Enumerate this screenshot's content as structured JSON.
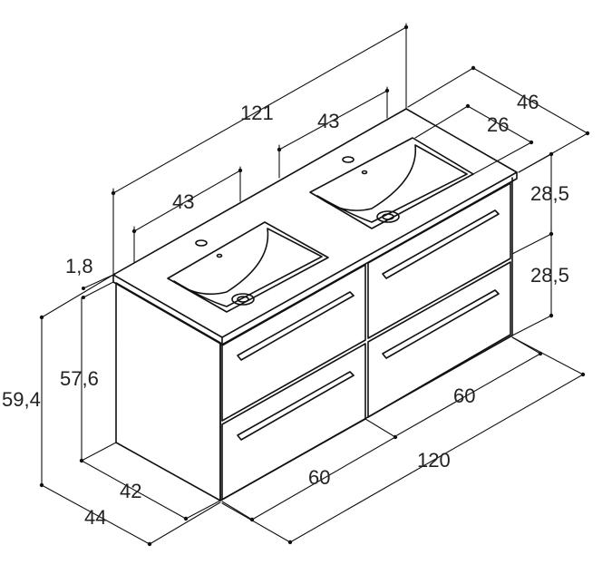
{
  "dimensions": {
    "total_width_top": "121",
    "basin_left_width": "43",
    "basin_right_width": "43",
    "depth_top": "46",
    "basin_depth": "26",
    "countertop_thickness": "1,8",
    "drawer_height_upper": "28,5",
    "drawer_height_lower": "28,5",
    "total_height": "59,4",
    "cabinet_height": "57,6",
    "cabinet_depth": "42",
    "total_depth": "44",
    "module_left_width": "60",
    "module_right_width": "60",
    "cabinet_width": "120"
  },
  "colors": {
    "line": "#111111",
    "background": "#ffffff"
  }
}
